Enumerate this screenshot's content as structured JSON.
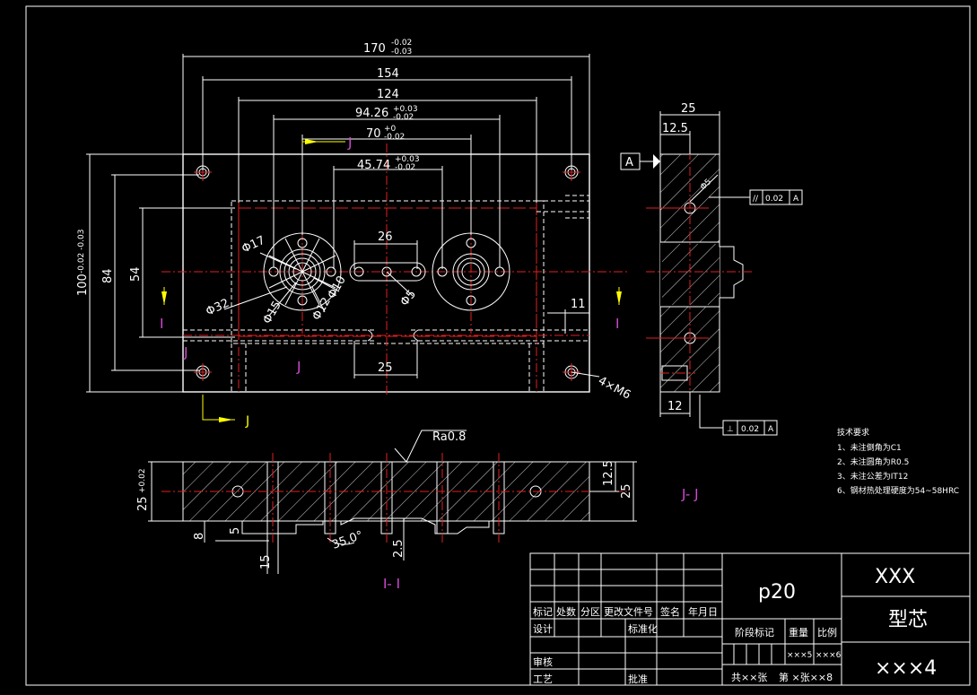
{
  "drawing": {
    "dimensions": {
      "d170": "170",
      "d170_tol_upper": "-0.02",
      "d170_tol_lower": "-0.03",
      "d154": "154",
      "d124": "124",
      "d94": "94.26",
      "d94_tol_upper": "+0.03",
      "d94_tol_lower": "-0.02",
      "d70": "70",
      "d70_tol_upper": "+0",
      "d70_tol_lower": "-0.02",
      "d45": "45.74",
      "d45_tol_upper": "+0.03",
      "d45_tol_lower": "-0.02",
      "d26": "26",
      "d25_bottom": "25",
      "d11": "11",
      "d100": "100",
      "d100_tol": "-0.02 -0.03",
      "d84": "84",
      "d54": "54",
      "phi17": "Φ17",
      "phi32": "Φ32",
      "phi15": "Φ15",
      "phi10": "Φ10",
      "phi12": "Φ12",
      "phi5": "Φ5",
      "holes": "4×M6",
      "side_25": "25",
      "side_12_5": "12.5",
      "side_phi5": "Φ5",
      "side_12": "12",
      "ra": "Ra0.8",
      "sec_25_tol": "25",
      "sec_25_tol_suffix": "+0.02",
      "sec_12_5": "12.5",
      "sec_25": "25",
      "sec_8": "8",
      "sec_5": "5",
      "sec_15": "15",
      "sec_2_5": "2.5",
      "sec_angle": "35.0°"
    },
    "labels": {
      "datum_a": "A",
      "section_j_top": "J",
      "section_j_top2": "J",
      "section_j_bottom": "J",
      "section_j_left": "J",
      "section_i_left": "I",
      "section_i_right": "I",
      "view_jj": "J- J",
      "view_ii": "I- I"
    },
    "tolerance_frames": {
      "parallel": {
        "symbol": "//",
        "value": "0.02",
        "datum": "A"
      },
      "perpendicular": {
        "symbol": "⊥",
        "value": "0.02",
        "datum": "A"
      }
    },
    "tech_notes": {
      "title": "技术要求",
      "items": [
        "1、未注倒角为C1",
        "2、未注圆角为R0.5",
        "3、未注公差为IT12",
        "6、钢材热处理硬度为54~58HRC"
      ]
    }
  },
  "title_block": {
    "material": "p20",
    "company": "XXX",
    "part_name": "型芯",
    "drawing_no": "×××4",
    "headers": [
      "标记",
      "处数",
      "分区",
      "更改文件号",
      "签名",
      "年月日"
    ],
    "design": "设计",
    "standardize": "标准化",
    "review": "审核",
    "process": "工艺",
    "approve": "批准",
    "stage_mark": "阶段标记",
    "weight": "重量",
    "scale": "比例",
    "weight_val": "×××5",
    "scale_val": "×××6",
    "sheets": "共××张",
    "sheet_no": "第 ×张××8"
  }
}
